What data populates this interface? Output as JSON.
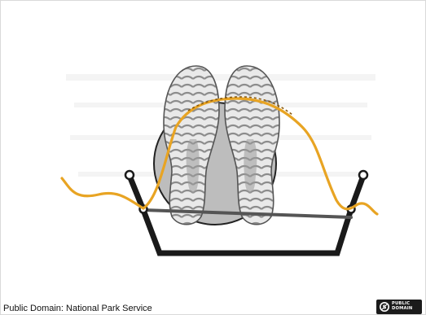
{
  "figure": {
    "alt": "Illustration of a pair of boot soles set inside a looped rope and stake frame"
  },
  "caption": {
    "text": "Public Domain: National Park Service"
  },
  "license_badge": {
    "line1": "PUBLIC",
    "line2": "DOMAIN",
    "icon": "public-domain-icon"
  },
  "colors": {
    "rope": "#e8a423",
    "frame": "#1a1a1a",
    "sole": "#d4d4d4",
    "circle": "#b9b9b9"
  }
}
